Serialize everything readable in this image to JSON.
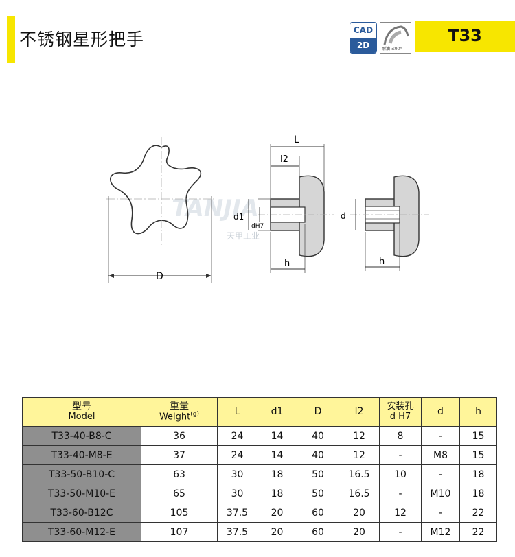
{
  "header": {
    "title": "不锈钢星形把手",
    "badge_top": "CAD",
    "badge_bottom": "2D",
    "resistance_label": "耐油 ≤90°",
    "product_code": "T33",
    "accent_color": "#f7e600",
    "badge_color": "#2b5b9b"
  },
  "drawing": {
    "label_L": "L",
    "label_l2": "l2",
    "label_d1": "d1",
    "label_dH7": "dH7",
    "label_d": "d",
    "label_h_left": "h",
    "label_h_right": "h",
    "label_D": "D",
    "watermark": "TANJIA",
    "watermark_sub": "天甲工业"
  },
  "table": {
    "headers": [
      {
        "cn": "型号",
        "en": "Model"
      },
      {
        "cn": "重量",
        "en": "Weight",
        "unit": "(g)"
      },
      {
        "cn": "",
        "en": "L"
      },
      {
        "cn": "",
        "en": "d1"
      },
      {
        "cn": "",
        "en": "D"
      },
      {
        "cn": "",
        "en": "l2"
      },
      {
        "cn": "安装孔",
        "en": "d H7"
      },
      {
        "cn": "",
        "en": "d"
      },
      {
        "cn": "",
        "en": "h"
      }
    ],
    "rows": [
      [
        "T33-40-B8-C",
        "36",
        "24",
        "14",
        "40",
        "12",
        "8",
        "-",
        "15"
      ],
      [
        "T33-40-M8-E",
        "37",
        "24",
        "14",
        "40",
        "12",
        "-",
        "M8",
        "15"
      ],
      [
        "T33-50-B10-C",
        "63",
        "30",
        "18",
        "50",
        "16.5",
        "10",
        "-",
        "18"
      ],
      [
        "T33-50-M10-E",
        "65",
        "30",
        "18",
        "50",
        "16.5",
        "-",
        "M10",
        "18"
      ],
      [
        "T33-60-B12C",
        "105",
        "37.5",
        "20",
        "60",
        "20",
        "12",
        "-",
        "22"
      ],
      [
        "T33-60-M12-E",
        "107",
        "37.5",
        "20",
        "60",
        "20",
        "-",
        "M12",
        "22"
      ]
    ]
  }
}
